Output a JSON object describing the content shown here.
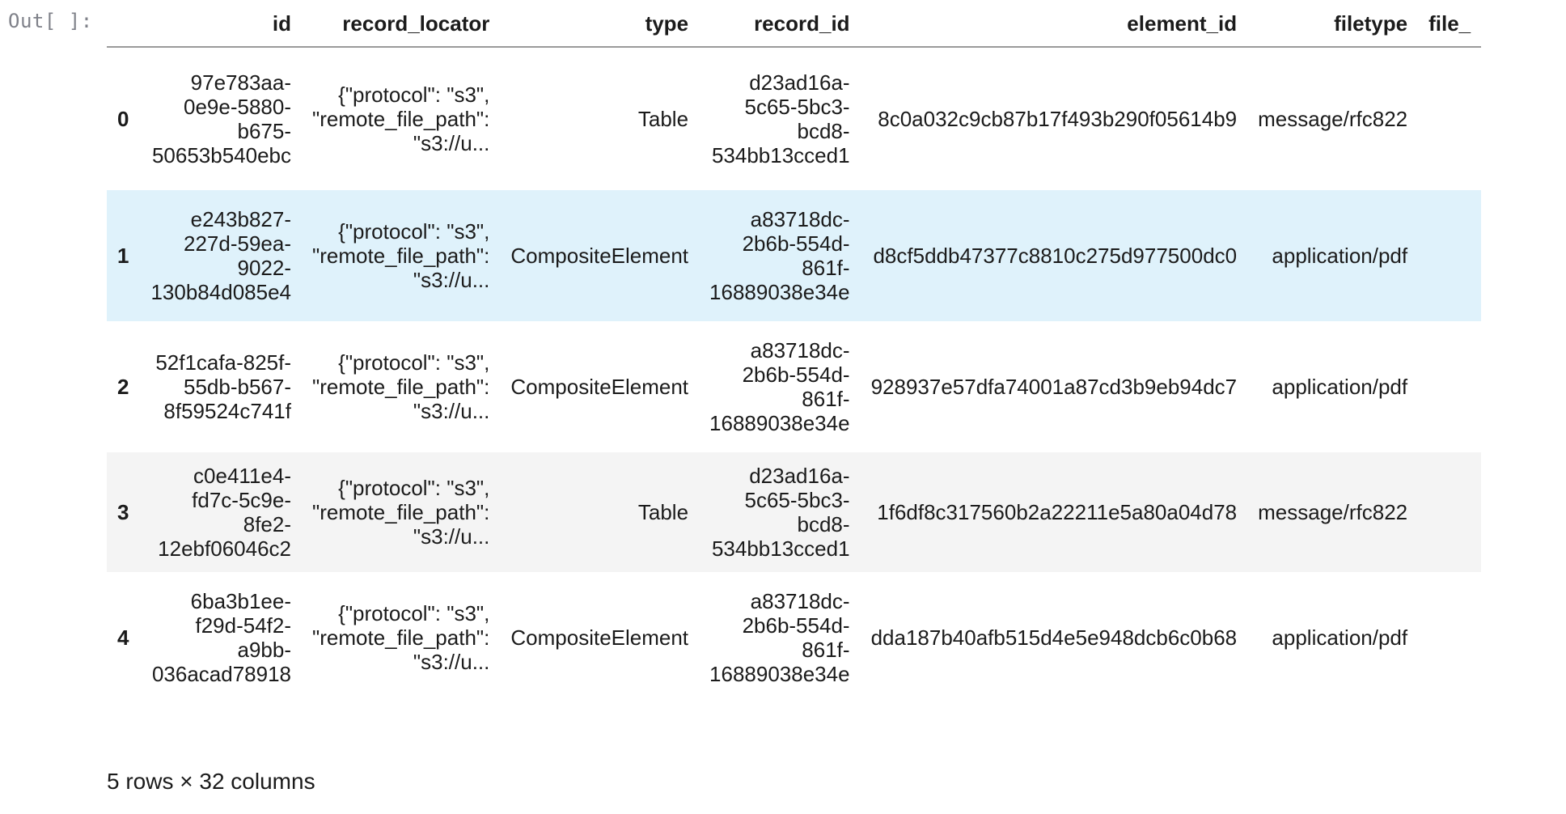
{
  "prompt": "Out[ ]:",
  "columns": [
    "id",
    "record_locator",
    "type",
    "record_id",
    "element_id",
    "filetype",
    "file_"
  ],
  "rows": [
    {
      "index": "0",
      "id": [
        "97e783aa-",
        "0e9e-5880-",
        "b675-",
        "50653b540ebc"
      ],
      "record_locator": [
        "{\"protocol\": \"s3\",",
        "\"remote_file_path\":",
        "\"s3://u..."
      ],
      "type": "Table",
      "record_id": [
        "d23ad16a-",
        "5c65-5bc3-",
        "bcd8-",
        "534bb13cced1"
      ],
      "element_id": "8c0a032c9cb87b17f493b290f05614b9",
      "filetype": "message/rfc822"
    },
    {
      "index": "1",
      "id": [
        "e243b827-",
        "227d-59ea-",
        "9022-",
        "130b84d085e4"
      ],
      "record_locator": [
        "{\"protocol\": \"s3\",",
        "\"remote_file_path\":",
        "\"s3://u..."
      ],
      "type": "CompositeElement",
      "record_id": [
        "a83718dc-",
        "2b6b-554d-",
        "861f-",
        "16889038e34e"
      ],
      "element_id": "d8cf5ddb47377c8810c275d977500dc0",
      "filetype": "application/pdf"
    },
    {
      "index": "2",
      "id": [
        "52f1cafa-825f-",
        "55db-b567-",
        "8f59524c741f"
      ],
      "record_locator": [
        "{\"protocol\": \"s3\",",
        "\"remote_file_path\":",
        "\"s3://u..."
      ],
      "type": "CompositeElement",
      "record_id": [
        "a83718dc-",
        "2b6b-554d-",
        "861f-",
        "16889038e34e"
      ],
      "element_id": "928937e57dfa74001a87cd3b9eb94dc7",
      "filetype": "application/pdf"
    },
    {
      "index": "3",
      "id": [
        "c0e411e4-",
        "fd7c-5c9e-",
        "8fe2-",
        "12ebf06046c2"
      ],
      "record_locator": [
        "{\"protocol\": \"s3\",",
        "\"remote_file_path\":",
        "\"s3://u..."
      ],
      "type": "Table",
      "record_id": [
        "d23ad16a-",
        "5c65-5bc3-",
        "bcd8-",
        "534bb13cced1"
      ],
      "element_id": "1f6df8c317560b2a22211e5a80a04d78",
      "filetype": "message/rfc822"
    },
    {
      "index": "4",
      "id": [
        "6ba3b1ee-",
        "f29d-54f2-",
        "a9bb-",
        "036acad78918"
      ],
      "record_locator": [
        "{\"protocol\": \"s3\",",
        "\"remote_file_path\":",
        "\"s3://u..."
      ],
      "type": "CompositeElement",
      "record_id": [
        "a83718dc-",
        "2b6b-554d-",
        "861f-",
        "16889038e34e"
      ],
      "element_id": "dda187b40afb515d4e5e948dcb6c0b68",
      "filetype": "application/pdf"
    }
  ],
  "footer": "5 rows × 32 columns",
  "colors": {
    "hover_row": "#dff2fb",
    "striped_row": "#f4f4f4",
    "prompt_text": "#7f8189"
  }
}
